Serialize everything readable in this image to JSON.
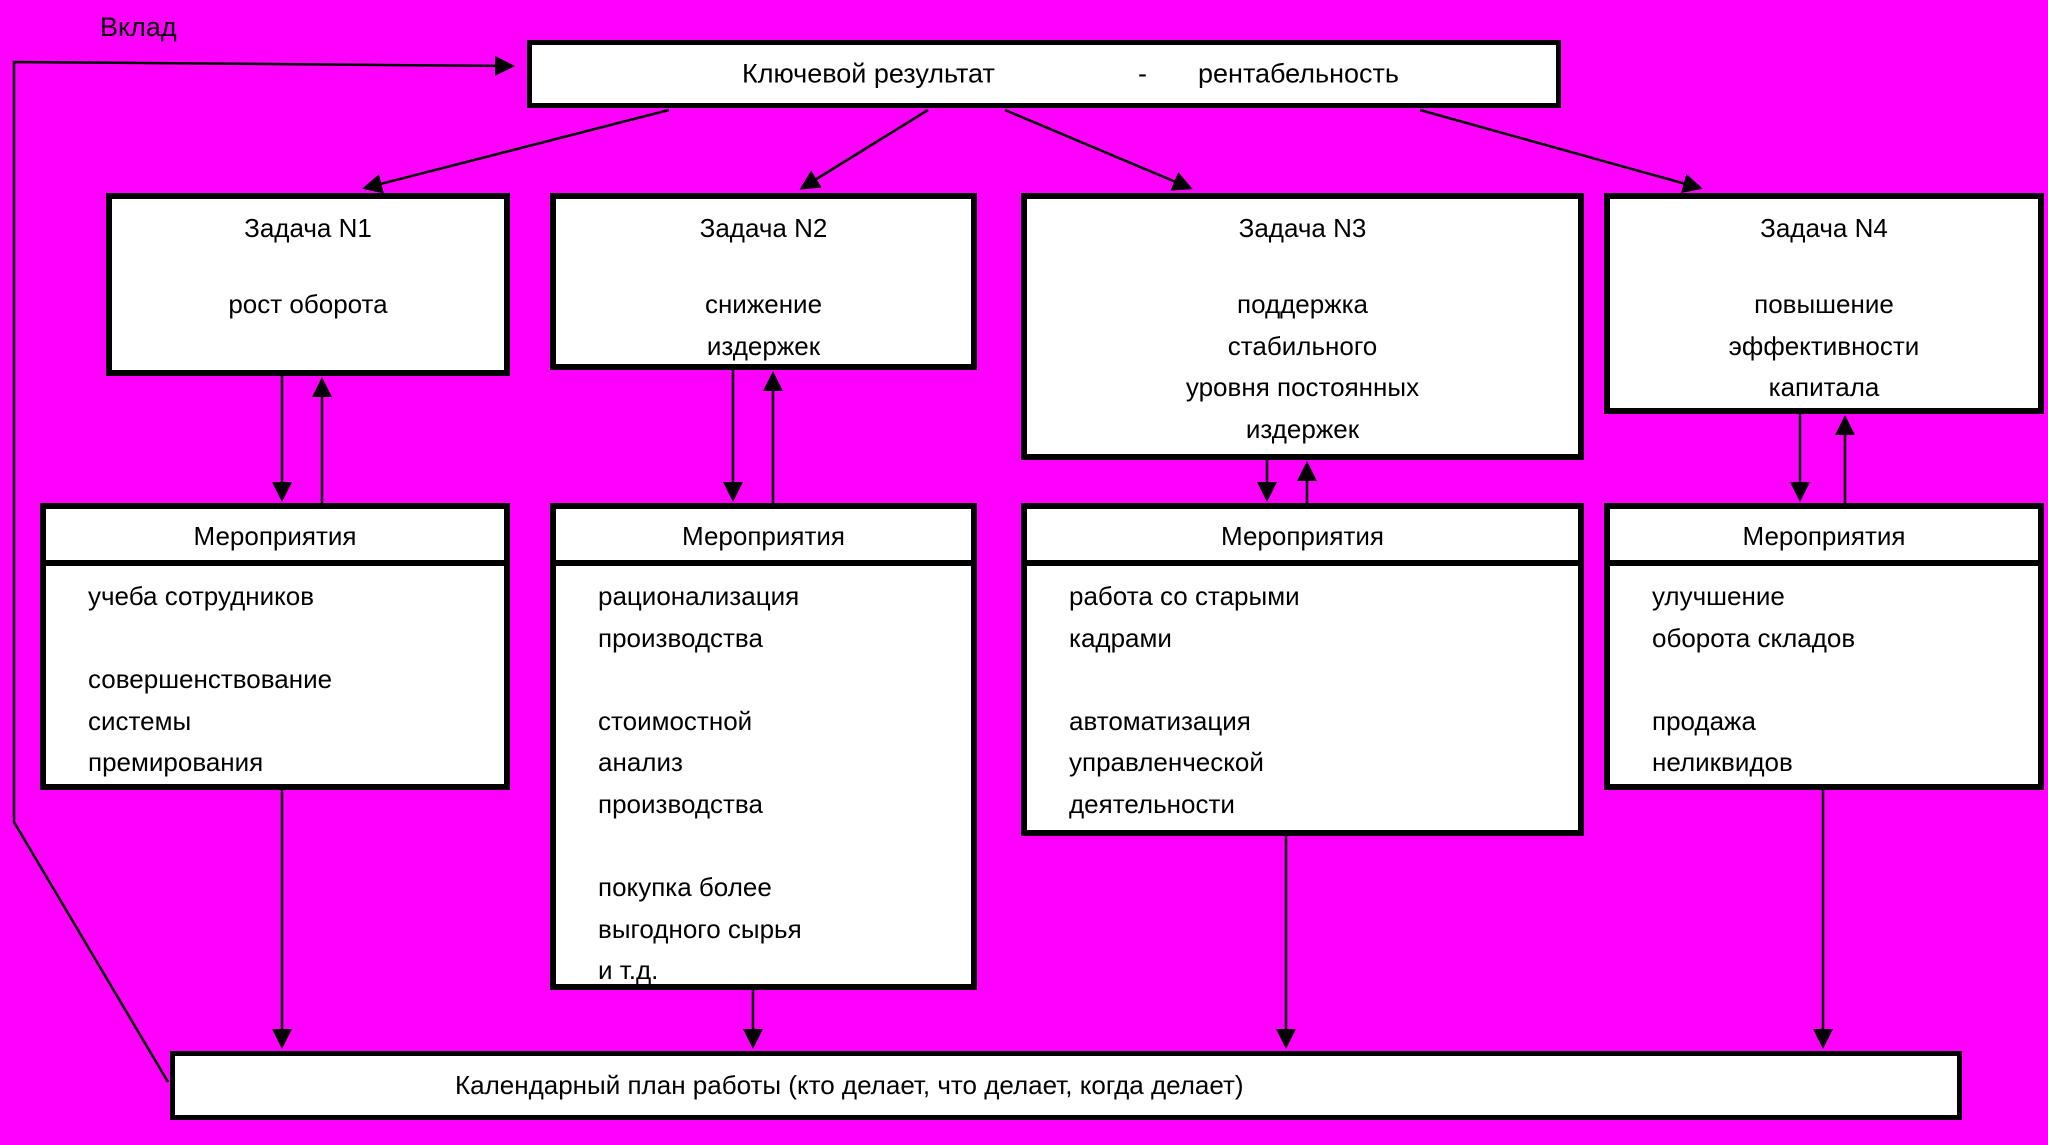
{
  "colors": {
    "background": "#FF00FF",
    "box_fill": "#FFFFFF",
    "line": "#000000"
  },
  "feedback_label": "Вклад",
  "key_result": {
    "label": "Ключевой результат",
    "separator": "-",
    "value": "рентабельность"
  },
  "tasks": [
    {
      "title": "Задача N1",
      "body": "рост оборота"
    },
    {
      "title": "Задача N2",
      "body": "снижение\nиздержек"
    },
    {
      "title": "Задача N3",
      "body": "поддержка\nстабильного\nуровня постоянных\nиздержек"
    },
    {
      "title": "Задача N4",
      "body": "повышение\nэффективности\nкапитала"
    }
  ],
  "activities": [
    {
      "header": "Мероприятия",
      "body": "учеба сотрудников\n\nсовершенствование\nсистемы\nпремирования"
    },
    {
      "header": "Мероприятия",
      "body": "рационализация\nпроизводства\n\nстоимостной\nанализ\nпроизводства\n\nпокупка более\nвыгодного сырья\nи т.д."
    },
    {
      "header": "Мероприятия",
      "body": "работа со старыми\nкадрами\n\nавтоматизация\nуправленческой\nдеятельности"
    },
    {
      "header": "Мероприятия",
      "body": "улучшение\nоборота складов\n\nпродажа\nнеликвидов"
    }
  ],
  "calendar_plan": {
    "label": "Календарный план работы (кто делает, что делает, когда делает)"
  }
}
